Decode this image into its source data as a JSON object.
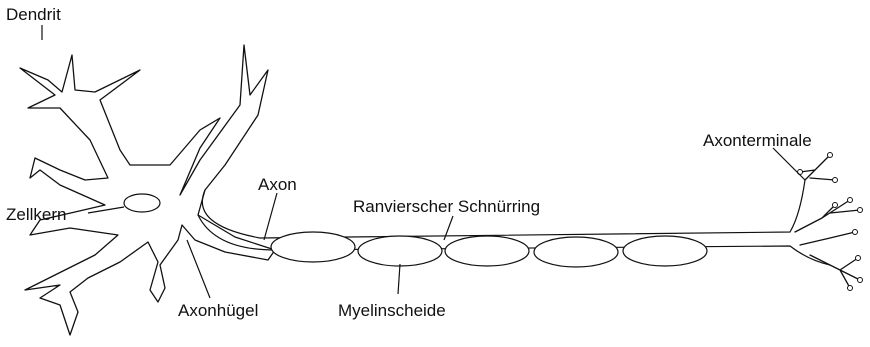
{
  "labels": {
    "dendrit": "Dendrit",
    "zellkern": "Zellkern",
    "axon": "Axon",
    "ranvier": "Ranvierscher Schnürring",
    "axonterminale": "Axonterminale",
    "myelinscheide": "Myelinscheide",
    "axonhuegel": "Axonhügel"
  }
}
